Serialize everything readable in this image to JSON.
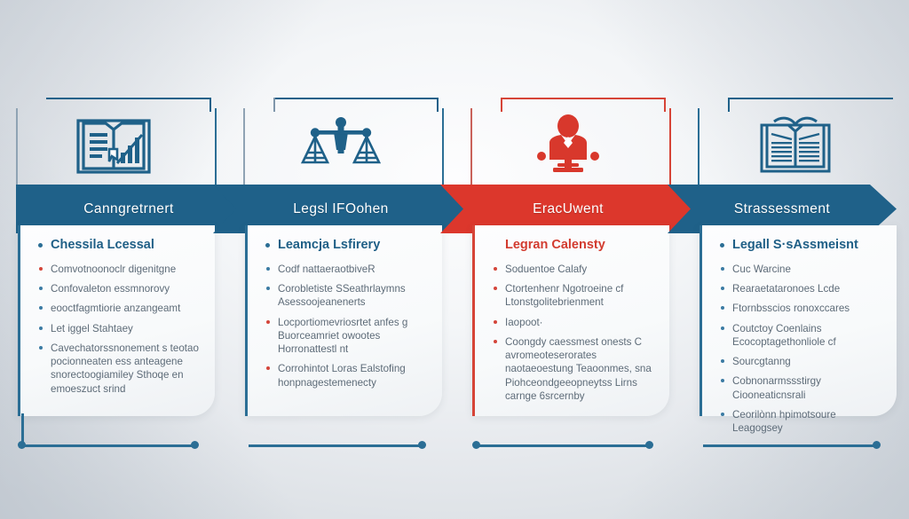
{
  "theme": {
    "blue": "#1f6189",
    "blue_dark": "#2b6e95",
    "red": "#d64437",
    "red_bright": "#dc372c",
    "text": "#5d6b78",
    "background": "#eef1f4"
  },
  "diagram": {
    "type": "process-timeline",
    "stage_count": 4,
    "orientation": "horizontal"
  },
  "stages": [
    {
      "id": "stage-1",
      "icon": "book-chart-icon",
      "icon_color": "#1f6189",
      "banner_label": "Canngretrnert",
      "banner_color": "#1f6189",
      "heading": "Chessila Lcessal",
      "heading_color": "#1f5f86",
      "bullets": [
        {
          "text": "Comvotnoonoclr digenitgne",
          "accent": true
        },
        {
          "text": "Confovaleton essmnorovy",
          "accent": false
        },
        {
          "text": "eooctfagmtiorie anzangeamt",
          "accent": false
        },
        {
          "text": "Let iggel Stahtaey",
          "accent": false
        },
        {
          "text": "Cavechatorssnonement s teotao pocionneaten ess anteagene snorectoogiamiley Sthoqe en emoeszuct srind",
          "accent": false
        }
      ]
    },
    {
      "id": "stage-2",
      "icon": "scales-of-justice-icon",
      "icon_color": "#1f6189",
      "banner_label": "Legsl IFOohen",
      "banner_color": "#1f6189",
      "heading": "Leamcja Lsfirery",
      "heading_color": "#1f5f86",
      "bullets": [
        {
          "text": "Codf nattaeraotbiveR",
          "accent": false
        },
        {
          "text": "Corobletiste SSeathrlaymns Asessoojeanenerts",
          "accent": false
        },
        {
          "text": "Locportiomevriosrtet anfes g Buorceamriet owootes Horronattestl nt",
          "accent": true
        },
        {
          "text": "Corrohintot Loras Ealstofing honpnagestemenecty",
          "accent": true
        }
      ]
    },
    {
      "id": "stage-3",
      "icon": "person-at-desk-icon",
      "icon_color": "#d64437",
      "banner_label": "EracUwent",
      "banner_color": "#dc372c",
      "heading": "Legran Calensty",
      "heading_color": "#d23b2f",
      "bullets": [
        {
          "text": "Soduentoe Calafy",
          "accent": true
        },
        {
          "text": "Ctortenhenr Ngotroeine cf Ltonstgolitebrienment",
          "accent": true
        },
        {
          "text": "Iaopoot·",
          "accent": true
        },
        {
          "text": "Coongdy caessmest onests C avromeoteserorates naotaeoestung Teaoonmes, sna Piohceondgeeopneytss Lirns carnge 6srcernby",
          "accent": true
        }
      ]
    },
    {
      "id": "stage-4",
      "icon": "open-book-icon",
      "icon_color": "#1f6189",
      "banner_label": "Strassessment",
      "banner_color": "#1f6189",
      "heading": "Legall S·sAssmeisnt",
      "heading_color": "#1f5f86",
      "bullets": [
        {
          "text": "Cuc Warcine",
          "accent": false
        },
        {
          "text": "Rearaetataronoes Lcde",
          "accent": false
        },
        {
          "text": "Ftornbsscios ronoxccares",
          "accent": false
        },
        {
          "text": "Coutctoy Coenlains Ecocoptagethonliole cf",
          "accent": false
        },
        {
          "text": "Sourcgtanng",
          "accent": false
        },
        {
          "text": "Cobnonarmssstirgy Ciooneaticnsrali",
          "accent": false
        },
        {
          "text": "Ceorilònn hpimotsoure Leagogsey",
          "accent": false
        }
      ]
    }
  ]
}
